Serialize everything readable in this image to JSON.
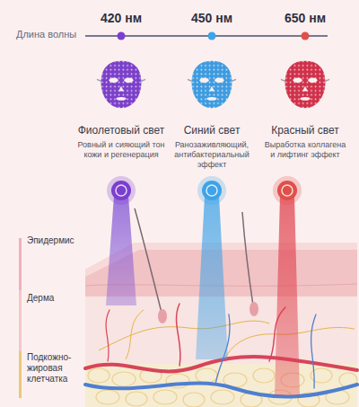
{
  "diagram": {
    "labels": [
      "Длина волны",
      "420 нм",
      "450 нм",
      "650 нм",
      "Фиолетовый свет",
      "Ровный и сияющий тон кожи и регенерация",
      "Синий свет",
      "Ранозаживляющий, антибактериальный эффект",
      "Красный свет",
      "Выработка коллагена и лифтинг эффект",
      "Эпидермис",
      "Дерма",
      "Подкожно-жировая клетчатка"
    ]
  }
}
